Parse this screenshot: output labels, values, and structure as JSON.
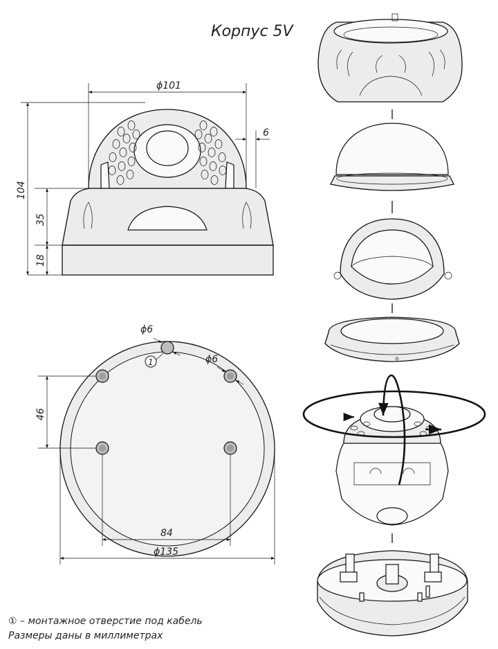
{
  "title": "Корпус 5V",
  "dimensions": {
    "dome_diameter": "ϕ101",
    "flange_offset": "6",
    "total_height": "104",
    "cover_height": "35",
    "base_height": "18",
    "hole_diameter_1": "ϕ6",
    "hole_diameter_2": "ϕ6",
    "hole_marker": "①",
    "vertical_spacing": "46",
    "horizontal_spacing": "84",
    "base_diameter": "ϕ135"
  },
  "notes": {
    "line1": "① – монтажное отверстие под кабель",
    "line2": "Размеры даны в миллиметрах"
  }
}
